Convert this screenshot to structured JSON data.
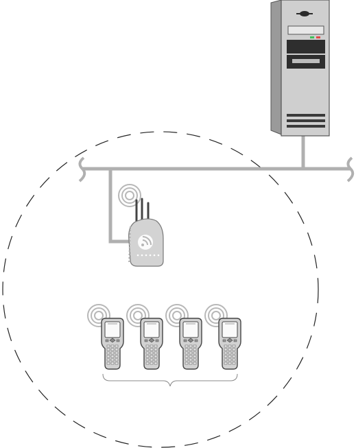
{
  "diagram": {
    "kind": "wireless-network-topology",
    "components": [
      {
        "id": "server",
        "icon": "server-tower-icon"
      },
      {
        "id": "network-backbone",
        "icon": "network-line"
      },
      {
        "id": "access-point",
        "icon": "wireless-access-point-icon"
      },
      {
        "id": "coverage-area",
        "icon": "dashed-circle"
      },
      {
        "id": "handheld-terminals",
        "icon": "handheld-terminal-icon",
        "count": 4
      }
    ],
    "colors": {
      "device_gray": "#c8c8c8",
      "device_dark": "#3a3a3a",
      "line_gray": "#b0b0b0",
      "led_green": "#3fbf5a",
      "led_red": "#e04848"
    }
  }
}
